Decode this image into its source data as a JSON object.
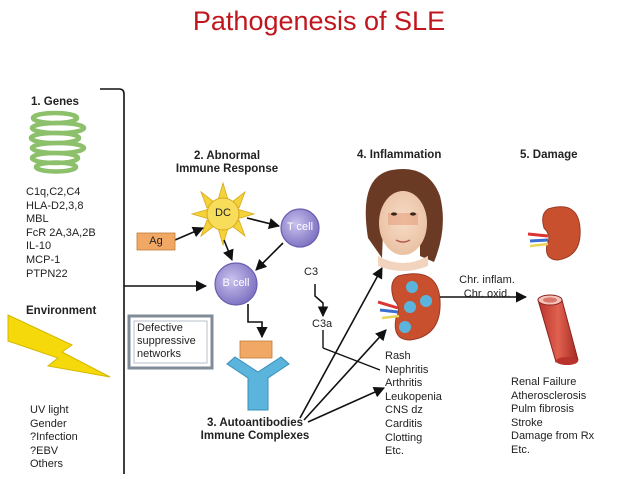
{
  "title": "Pathogenesis of SLE",
  "genes": {
    "heading": "1. Genes",
    "items": [
      "C1q,C2,C4",
      "HLA-D2,3,8",
      "MBL",
      "FcR 2A,3A,2B",
      "IL-10",
      "MCP-1",
      "PTPN22"
    ]
  },
  "environment": {
    "heading": "Environment",
    "items": [
      "UV light",
      "Gender",
      "?Infection",
      "?EBV",
      "Others"
    ]
  },
  "abnormal_response": {
    "heading_line1": "2. Abnormal",
    "heading_line2": "Immune Response"
  },
  "cells": {
    "dc": "DC",
    "t_cell": "T cell",
    "b_cell": "B cell",
    "ag": "Ag"
  },
  "complement": {
    "c3": "C3",
    "c3a": "C3a"
  },
  "defective_box": {
    "line1": "Defective",
    "line2": "suppressive",
    "line3": "networks"
  },
  "autoantibodies": {
    "line1": "3. Autoantibodies",
    "line2": "Immune Complexes"
  },
  "inflammation": {
    "heading": "4. Inflammation",
    "items": [
      "Rash",
      "Nephritis",
      "Arthritis",
      "Leukopenia",
      "CNS dz",
      "Carditis",
      "Clotting",
      "Etc."
    ]
  },
  "chronic": {
    "line1": "Chr. inflam.",
    "line2": "Chr. oxid."
  },
  "damage": {
    "heading": "5. Damage",
    "items": [
      "Renal Failure",
      "Atherosclerosis",
      "Pulm fibrosis",
      "Stroke",
      "Damage from Rx",
      "Etc."
    ]
  },
  "colors": {
    "title": "#c0171f",
    "cell_purple": "#8a7fc8",
    "dc_yellow": "#f4d23a",
    "ag_orange": "#f2a865",
    "antibody_blue": "#5ab4dc",
    "dna_green": "#8cc06a"
  }
}
